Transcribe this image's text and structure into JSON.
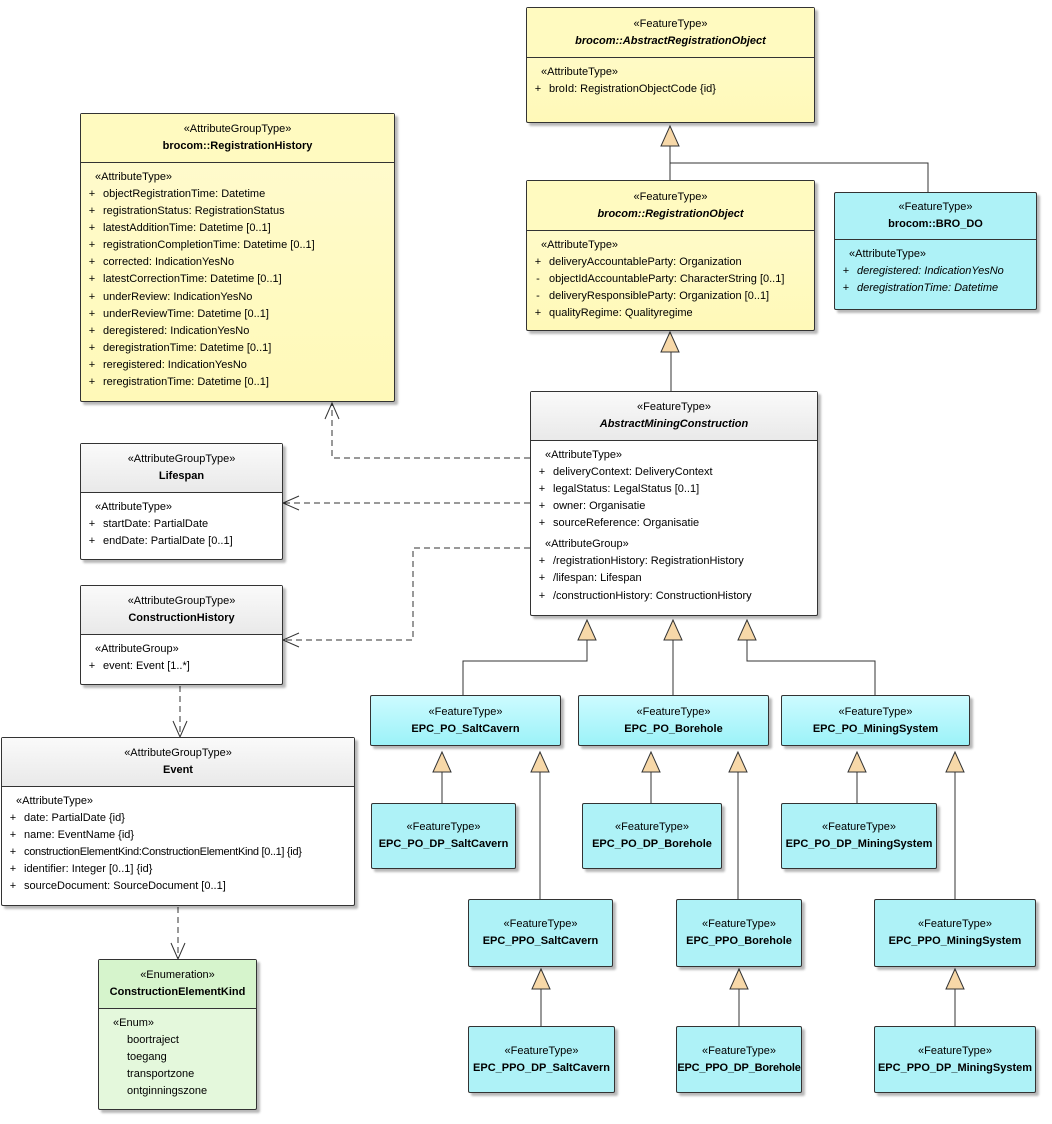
{
  "classes": {
    "abstract_registration_object": {
      "stereotype": "«FeatureType»",
      "name": "brocom::AbstractRegistrationObject",
      "sections": [
        {
          "title": "«AttributeType»",
          "rows": [
            {
              "vis": "+",
              "text": "broId: RegistrationObjectCode {id}"
            }
          ]
        }
      ]
    },
    "registration_object": {
      "stereotype": "«FeatureType»",
      "name": "brocom::RegistrationObject",
      "sections": [
        {
          "title": "«AttributeType»",
          "rows": [
            {
              "vis": "+",
              "text": "deliveryAccountableParty: Organization"
            },
            {
              "vis": "-",
              "text": "objectIdAccountableParty: CharacterString [0..1]"
            },
            {
              "vis": "-",
              "text": "deliveryResponsibleParty: Organization [0..1]"
            },
            {
              "vis": "+",
              "text": "qualityRegime: Qualityregime"
            }
          ]
        }
      ]
    },
    "bro_do": {
      "stereotype": "«FeatureType»",
      "name": "brocom::BRO_DO",
      "sections": [
        {
          "title": "«AttributeType»",
          "rows": [
            {
              "vis": "+",
              "text": "deregistered: IndicationYesNo"
            },
            {
              "vis": "+",
              "text": "deregistrationTime: Datetime"
            }
          ]
        }
      ]
    },
    "registration_history": {
      "stereotype": "«AttributeGroupType»",
      "name": "brocom::RegistrationHistory",
      "sections": [
        {
          "title": "«AttributeType»",
          "rows": [
            {
              "vis": "+",
              "text": "objectRegistrationTime: Datetime"
            },
            {
              "vis": "+",
              "text": "registrationStatus: RegistrationStatus"
            },
            {
              "vis": "+",
              "text": "latestAdditionTime: Datetime [0..1]"
            },
            {
              "vis": "+",
              "text": "registrationCompletionTime: Datetime [0..1]"
            },
            {
              "vis": "+",
              "text": "corrected: IndicationYesNo"
            },
            {
              "vis": "+",
              "text": "latestCorrectionTime: Datetime [0..1]"
            },
            {
              "vis": "+",
              "text": "underReview: IndicationYesNo"
            },
            {
              "vis": "+",
              "text": "underReviewTime: Datetime [0..1]"
            },
            {
              "vis": "+",
              "text": "deregistered: IndicationYesNo"
            },
            {
              "vis": "+",
              "text": "deregistrationTime: Datetime [0..1]"
            },
            {
              "vis": "+",
              "text": "reregistered: IndicationYesNo"
            },
            {
              "vis": "+",
              "text": "reregistrationTime: Datetime [0..1]"
            }
          ]
        }
      ]
    },
    "abstract_mining_construction": {
      "stereotype": "«FeatureType»",
      "name": "AbstractMiningConstruction",
      "sections": [
        {
          "title": "«AttributeType»",
          "rows": [
            {
              "vis": "+",
              "text": "deliveryContext: DeliveryContext"
            },
            {
              "vis": "+",
              "text": "legalStatus: LegalStatus [0..1]"
            },
            {
              "vis": "+",
              "text": "owner: Organisatie"
            },
            {
              "vis": "+",
              "text": "sourceReference: Organisatie"
            }
          ]
        },
        {
          "title": "«AttributeGroup»",
          "rows": [
            {
              "vis": "+",
              "text": "/registrationHistory: RegistrationHistory"
            },
            {
              "vis": "+",
              "text": "/lifespan: Lifespan"
            },
            {
              "vis": "+",
              "text": "/constructionHistory: ConstructionHistory"
            }
          ]
        }
      ]
    },
    "lifespan": {
      "stereotype": "«AttributeGroupType»",
      "name": "Lifespan",
      "sections": [
        {
          "title": "«AttributeType»",
          "rows": [
            {
              "vis": "+",
              "text": "startDate: PartialDate"
            },
            {
              "vis": "+",
              "text": "endDate: PartialDate [0..1]"
            }
          ]
        }
      ]
    },
    "construction_history": {
      "stereotype": "«AttributeGroupType»",
      "name": "ConstructionHistory",
      "sections": [
        {
          "title": "«AttributeGroup»",
          "rows": [
            {
              "vis": "+",
              "text": "event: Event [1..*]"
            }
          ]
        }
      ]
    },
    "event": {
      "stereotype": "«AttributeGroupType»",
      "name": "Event",
      "sections": [
        {
          "title": "«AttributeType»",
          "rows": [
            {
              "vis": "+",
              "text": "date: PartialDate {id}"
            },
            {
              "vis": "+",
              "text": "name: EventName {id}"
            },
            {
              "vis": "+",
              "text": "constructionElementKind:ConstructionElementKind [0..1] {id}"
            },
            {
              "vis": "+",
              "text": "identifier: Integer [0..1] {id}"
            },
            {
              "vis": "+",
              "text": "sourceDocument: SourceDocument [0..1]"
            }
          ]
        }
      ]
    },
    "construction_element_kind": {
      "stereotype": "«Enumeration»",
      "name": "ConstructionElementKind",
      "sections": [
        {
          "title": "«Enum»",
          "literals": [
            "boortraject",
            "toegang",
            "transportzone",
            "ontginningszone"
          ]
        }
      ]
    },
    "epc_po_saltcavern": {
      "stereotype": "«FeatureType»",
      "name": "EPC_PO_SaltCavern"
    },
    "epc_po_borehole": {
      "stereotype": "«FeatureType»",
      "name": "EPC_PO_Borehole"
    },
    "epc_po_miningsystem": {
      "stereotype": "«FeatureType»",
      "name": "EPC_PO_MiningSystem"
    },
    "epc_po_dp_saltcavern": {
      "stereotype": "«FeatureType»",
      "name": "EPC_PO_DP_SaltCavern"
    },
    "epc_po_dp_borehole": {
      "stereotype": "«FeatureType»",
      "name": "EPC_PO_DP_Borehole"
    },
    "epc_po_dp_miningsystem": {
      "stereotype": "«FeatureType»",
      "name": "EPC_PO_DP_MiningSystem"
    },
    "epc_ppo_saltcavern": {
      "stereotype": "«FeatureType»",
      "name": "EPC_PPO_SaltCavern"
    },
    "epc_ppo_borehole": {
      "stereotype": "«FeatureType»",
      "name": "EPC_PPO_Borehole"
    },
    "epc_ppo_miningsystem": {
      "stereotype": "«FeatureType»",
      "name": "EPC_PPO_MiningSystem"
    },
    "epc_ppo_dp_saltcavern": {
      "stereotype": "«FeatureType»",
      "name": "EPC_PPO_DP_SaltCavern"
    },
    "epc_ppo_dp_borehole": {
      "stereotype": "«FeatureType»",
      "name": "EPC_PPO_DP_Borehole"
    },
    "epc_ppo_dp_miningsystem": {
      "stereotype": "«FeatureType»",
      "name": "EPC_PPO_DP_MiningSystem"
    }
  },
  "colors": {
    "featuretype_yellow": "#fff9b8",
    "attributegroup_grey": "#ececec",
    "featuretype_cyan": "#aef2f7",
    "enumeration_green": "#e4f8dc",
    "generalization_arrow_fill": "#f7d8a8",
    "line": "#333333"
  },
  "relations": [
    {
      "type": "generalization",
      "from": "registration_object",
      "to": "abstract_registration_object"
    },
    {
      "type": "generalization",
      "from": "bro_do",
      "to": "abstract_registration_object"
    },
    {
      "type": "generalization",
      "from": "abstract_mining_construction",
      "to": "registration_object"
    },
    {
      "type": "dependency",
      "from": "abstract_mining_construction",
      "to": "registration_history"
    },
    {
      "type": "dependency",
      "from": "abstract_mining_construction",
      "to": "lifespan"
    },
    {
      "type": "dependency",
      "from": "abstract_mining_construction",
      "to": "construction_history"
    },
    {
      "type": "dependency",
      "from": "construction_history",
      "to": "event"
    },
    {
      "type": "dependency",
      "from": "event",
      "to": "construction_element_kind"
    },
    {
      "type": "generalization",
      "from": "epc_po_saltcavern",
      "to": "abstract_mining_construction"
    },
    {
      "type": "generalization",
      "from": "epc_po_borehole",
      "to": "abstract_mining_construction"
    },
    {
      "type": "generalization",
      "from": "epc_po_miningsystem",
      "to": "abstract_mining_construction"
    },
    {
      "type": "generalization",
      "from": "epc_po_dp_saltcavern",
      "to": "epc_po_saltcavern"
    },
    {
      "type": "generalization",
      "from": "epc_ppo_saltcavern",
      "to": "epc_po_saltcavern"
    },
    {
      "type": "generalization",
      "from": "epc_po_dp_borehole",
      "to": "epc_po_borehole"
    },
    {
      "type": "generalization",
      "from": "epc_ppo_borehole",
      "to": "epc_po_borehole"
    },
    {
      "type": "generalization",
      "from": "epc_po_dp_miningsystem",
      "to": "epc_po_miningsystem"
    },
    {
      "type": "generalization",
      "from": "epc_ppo_miningsystem",
      "to": "epc_po_miningsystem"
    },
    {
      "type": "generalization",
      "from": "epc_ppo_dp_saltcavern",
      "to": "epc_ppo_saltcavern"
    },
    {
      "type": "generalization",
      "from": "epc_ppo_dp_borehole",
      "to": "epc_ppo_borehole"
    },
    {
      "type": "generalization",
      "from": "epc_ppo_dp_miningsystem",
      "to": "epc_ppo_miningsystem"
    }
  ]
}
